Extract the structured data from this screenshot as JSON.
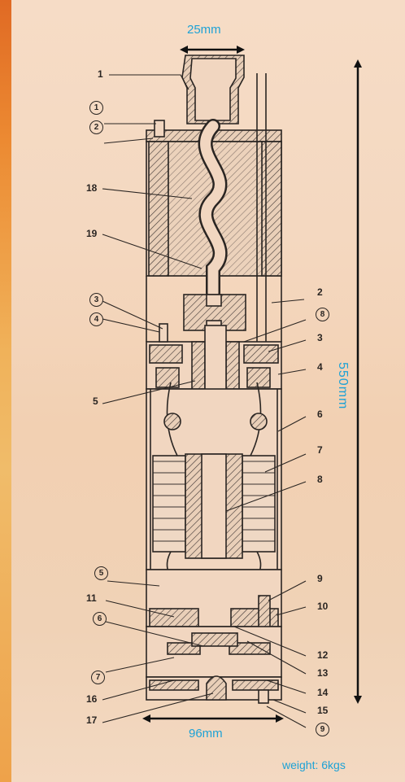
{
  "dimensions": {
    "top_width": "25mm",
    "height": "550mm",
    "bottom_width": "96mm",
    "weight": "weight: 6kgs"
  },
  "part_labels": [
    "1",
    "2",
    "3",
    "4",
    "5",
    "6",
    "7",
    "8",
    "9",
    "10",
    "11",
    "12",
    "13",
    "14",
    "15",
    "16",
    "17",
    "18",
    "19"
  ],
  "circled_labels": [
    "1",
    "2",
    "3",
    "4",
    "5",
    "6",
    "7",
    "8",
    "9"
  ],
  "colors": {
    "dimension": "#1ea2d6",
    "line": "#2a2522",
    "background_left": "#e8742a"
  }
}
